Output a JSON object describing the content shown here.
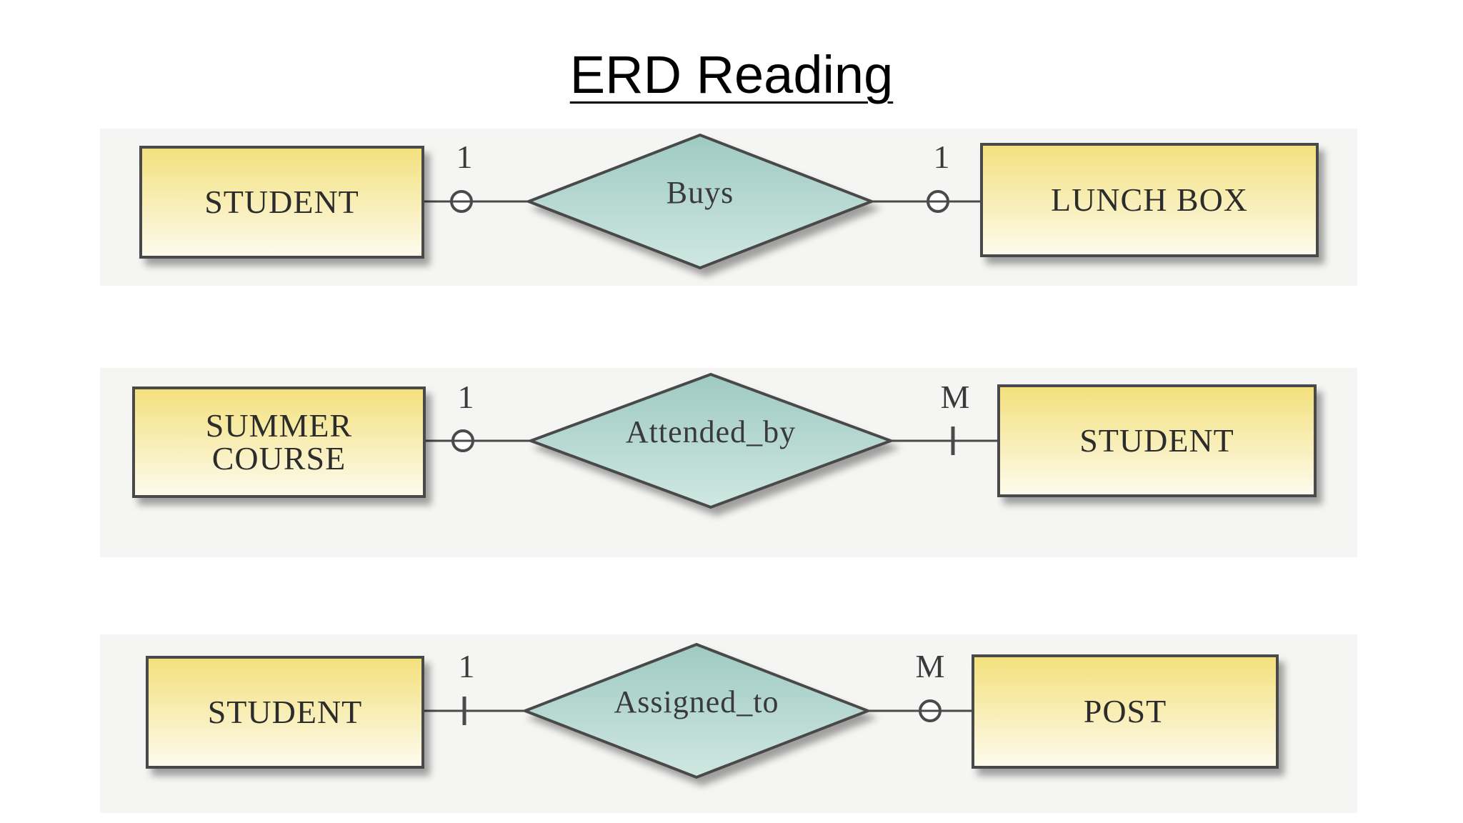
{
  "title": "ERD Reading",
  "colors": {
    "entity_fill_top": "#f3e07c",
    "entity_fill_bottom": "#fdfbee",
    "relationship_fill": "#a8d0c8",
    "stroke": "#4a4a4a",
    "band": "#f5f5f3"
  },
  "relationships": [
    {
      "left_entity": [
        "STUDENT"
      ],
      "relationship": "Buys",
      "right_entity": [
        "LUNCH BOX"
      ],
      "left_cardinality": "1",
      "right_cardinality": "1",
      "left_symbol": "circle",
      "right_symbol": "circle"
    },
    {
      "left_entity": [
        "SUMMER",
        "COURSE"
      ],
      "relationship": "Attended_by",
      "right_entity": [
        "STUDENT"
      ],
      "left_cardinality": "1",
      "right_cardinality": "M",
      "left_symbol": "circle",
      "right_symbol": "bar"
    },
    {
      "left_entity": [
        "STUDENT"
      ],
      "relationship": "Assigned_to",
      "right_entity": [
        "POST"
      ],
      "left_cardinality": "1",
      "right_cardinality": "M",
      "left_symbol": "bar",
      "right_symbol": "circle"
    }
  ]
}
